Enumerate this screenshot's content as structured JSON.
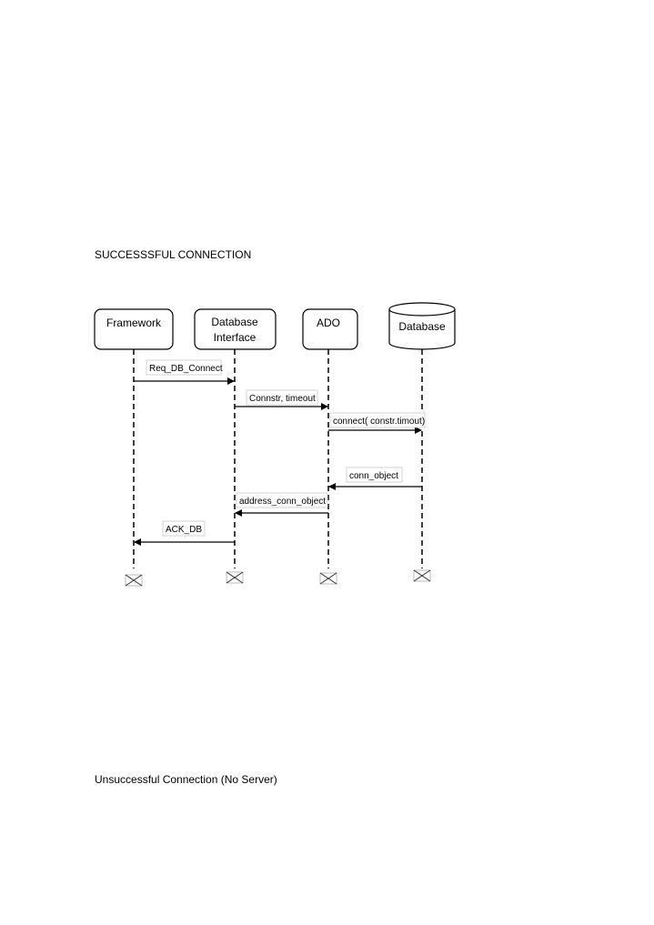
{
  "headings": {
    "success": "SUCCESSSFUL CONNECTION",
    "failure": "Unsuccessful Connection (No Server)"
  },
  "actors": [
    {
      "id": "framework",
      "label_lines": [
        "Framework"
      ],
      "shape": "rounded-rect"
    },
    {
      "id": "db-interface",
      "label_lines": [
        "Database",
        "Interface"
      ],
      "shape": "rounded-rect"
    },
    {
      "id": "ado",
      "label_lines": [
        "ADO"
      ],
      "shape": "rounded-rect"
    },
    {
      "id": "database",
      "label_lines": [
        "Database"
      ],
      "shape": "cylinder"
    }
  ],
  "messages": [
    {
      "label": "Req_DB_Connect",
      "from": "framework",
      "to": "db-interface"
    },
    {
      "label": "Connstr, timeout",
      "from": "db-interface",
      "to": "ado"
    },
    {
      "label": "connect( constr.timout)",
      "from": "ado",
      "to": "database"
    },
    {
      "label": "conn_object",
      "from": "database",
      "to": "ado"
    },
    {
      "label": "address_conn_object",
      "from": "ado",
      "to": "db-interface"
    },
    {
      "label": "ACK_DB",
      "from": "db-interface",
      "to": "framework"
    }
  ]
}
